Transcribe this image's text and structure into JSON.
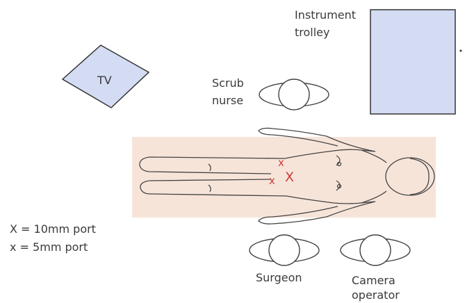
{
  "labels": {
    "tv": "TV",
    "instrument_trolley_line1": "Instrument",
    "instrument_trolley_line2": "trolley",
    "scrub_nurse_line1": "Scrub",
    "scrub_nurse_line2": "nurse",
    "surgeon": "Surgeon",
    "camera_operator_line1": "Camera",
    "camera_operator_line2": "operator"
  },
  "legend": {
    "large_port": "X = 10mm port",
    "small_port": "x = 5mm port"
  },
  "port_markers": [
    "x",
    "x",
    "X"
  ],
  "colors": {
    "equipment_fill": "#d3dcf2",
    "table_fill": "#f7e4d9",
    "port_marker": "#d23a3a",
    "outline": "#3a3a3a"
  }
}
